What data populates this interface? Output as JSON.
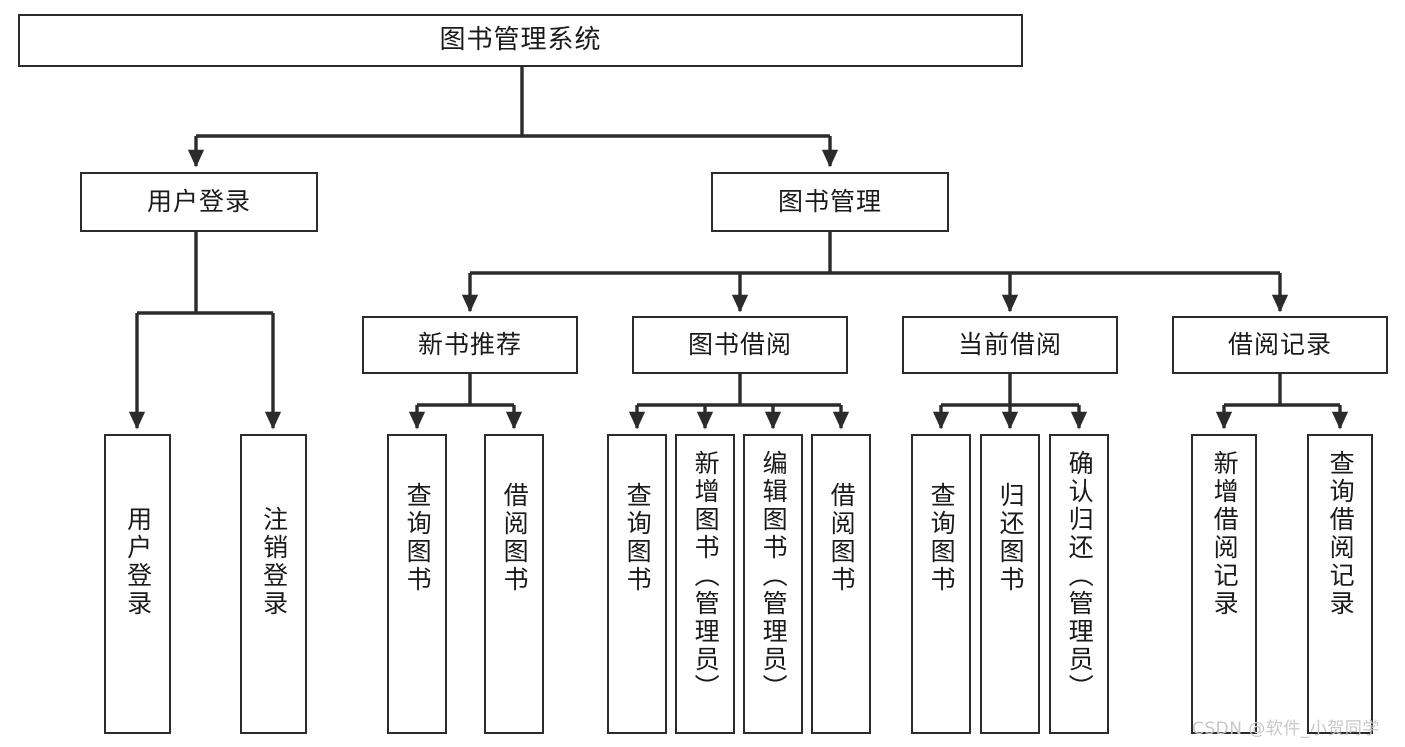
{
  "diagram": {
    "title": "图书管理系统",
    "type": "tree-hierarchy",
    "watermark": "CSDN @软件_小贺同学",
    "colors": {
      "box_border": "#2b2b2b",
      "box_fill": "#ffffff",
      "edge": "#2b2b2b",
      "text": "#1a1a1a",
      "watermark": "#c8c8c8",
      "background": "#ffffff"
    },
    "levels": {
      "root": "图书管理系统",
      "modules": [
        "用户登录",
        "图书管理"
      ],
      "submodules": [
        "新书推荐",
        "图书借阅",
        "当前借阅",
        "借阅记录"
      ]
    },
    "nodes": {
      "root": {
        "label": "图书管理系统"
      },
      "user_login": {
        "label": "用户登录"
      },
      "book_manage": {
        "label": "图书管理"
      },
      "new_book_rec": {
        "label": "新书推荐"
      },
      "book_borrow": {
        "label": "图书借阅"
      },
      "current_borrow": {
        "label": "当前借阅"
      },
      "borrow_record": {
        "label": "借阅记录"
      },
      "leaf_user_login": {
        "label": "用户登录"
      },
      "leaf_user_logout": {
        "label": "注销登录"
      },
      "leaf_query_book_1": {
        "label": "查询图书"
      },
      "leaf_borrow_book_1": {
        "label": "借阅图书"
      },
      "leaf_query_book_2": {
        "label": "查询图书"
      },
      "leaf_add_book": {
        "label": "新增图书（管理员）"
      },
      "leaf_edit_book": {
        "label": "编辑图书（管理员）"
      },
      "leaf_borrow_book_2": {
        "label": "借阅图书"
      },
      "leaf_query_book_3": {
        "label": "查询图书"
      },
      "leaf_return_book": {
        "label": "归还图书"
      },
      "leaf_confirm_return": {
        "label": "确认归还（管理员）"
      },
      "leaf_add_record": {
        "label": "新增借阅记录"
      },
      "leaf_query_record": {
        "label": "查询借阅记录"
      }
    },
    "tree": [
      {
        "label": "图书管理系统",
        "children": [
          {
            "label": "用户登录",
            "children": [
              {
                "label": "用户登录"
              },
              {
                "label": "注销登录"
              }
            ]
          },
          {
            "label": "图书管理",
            "children": [
              {
                "label": "新书推荐",
                "children": [
                  {
                    "label": "查询图书"
                  },
                  {
                    "label": "借阅图书"
                  }
                ]
              },
              {
                "label": "图书借阅",
                "children": [
                  {
                    "label": "查询图书"
                  },
                  {
                    "label": "新增图书（管理员）"
                  },
                  {
                    "label": "编辑图书（管理员）"
                  },
                  {
                    "label": "借阅图书"
                  }
                ]
              },
              {
                "label": "当前借阅",
                "children": [
                  {
                    "label": "查询图书"
                  },
                  {
                    "label": "归还图书"
                  },
                  {
                    "label": "确认归还（管理员）"
                  }
                ]
              },
              {
                "label": "借阅记录",
                "children": [
                  {
                    "label": "新增借阅记录"
                  },
                  {
                    "label": "查询借阅记录"
                  }
                ]
              }
            ]
          }
        ]
      }
    ]
  }
}
